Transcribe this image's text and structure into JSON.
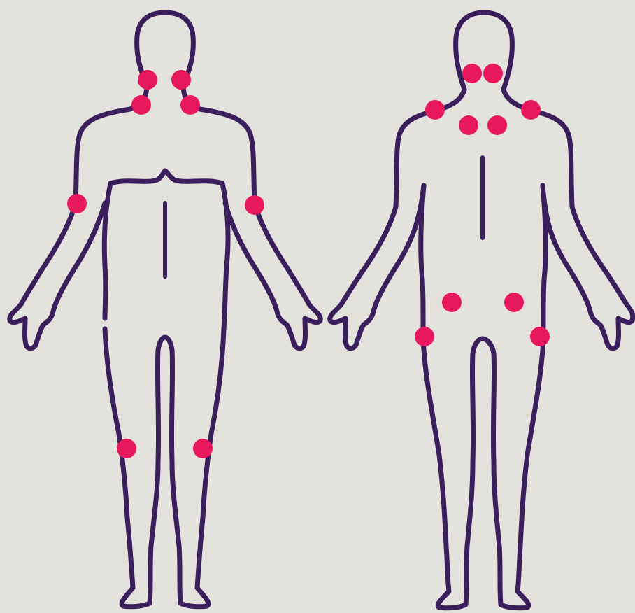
{
  "colors": {
    "background": "#e4e2dd",
    "outline": "#3a1f5c",
    "tender_point": "#e8185e"
  },
  "figures": [
    {
      "id": "front",
      "view": "front"
    },
    {
      "id": "back",
      "view": "back"
    }
  ],
  "tender_points_count": {
    "front": 8,
    "back": 10,
    "total": 18
  }
}
